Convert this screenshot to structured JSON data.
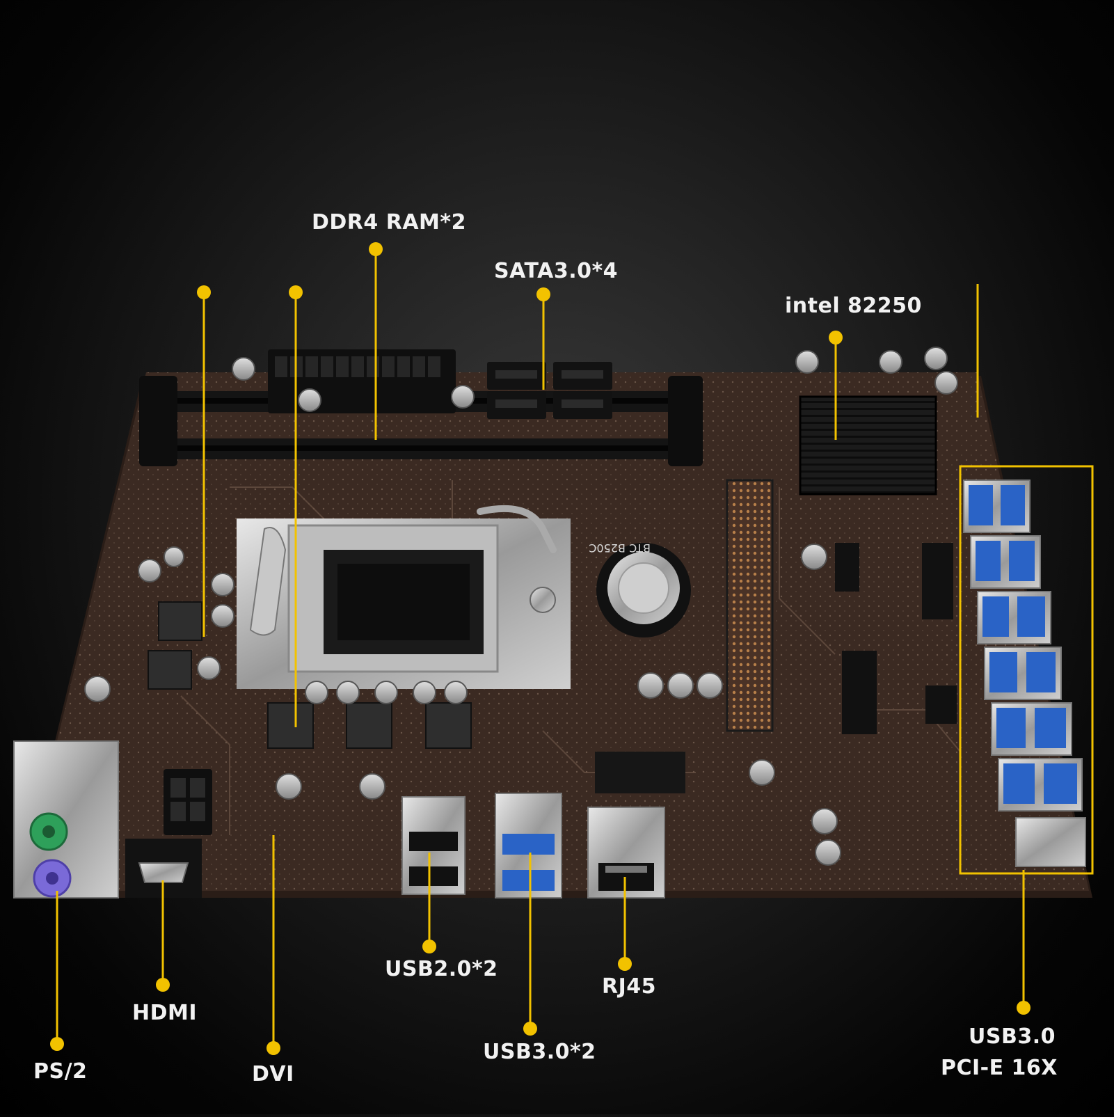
{
  "colors": {
    "accent": "#f2c200",
    "board": "#3b2a22",
    "text": "#f2f2f2",
    "usb3_blue": "#2a63c6",
    "ps2_green": "#2ea05a",
    "ps2_purple": "#7a6ad8"
  },
  "labels": {
    "ddr4": "DDR4 RAM*2",
    "sata": "SATA3.0*4",
    "intel": "intel 82250",
    "usb20": "USB2.0*2",
    "rj45": "RJ45",
    "hdmi": "HDMI",
    "ps2": "PS/2",
    "dvi": "DVI",
    "usb30": "USB3.0*2",
    "usb30_pcie_line1": "USB3.0",
    "usb30_pcie_line2": "PCI-E 16X"
  },
  "board": {
    "model": "BTC B250C"
  }
}
